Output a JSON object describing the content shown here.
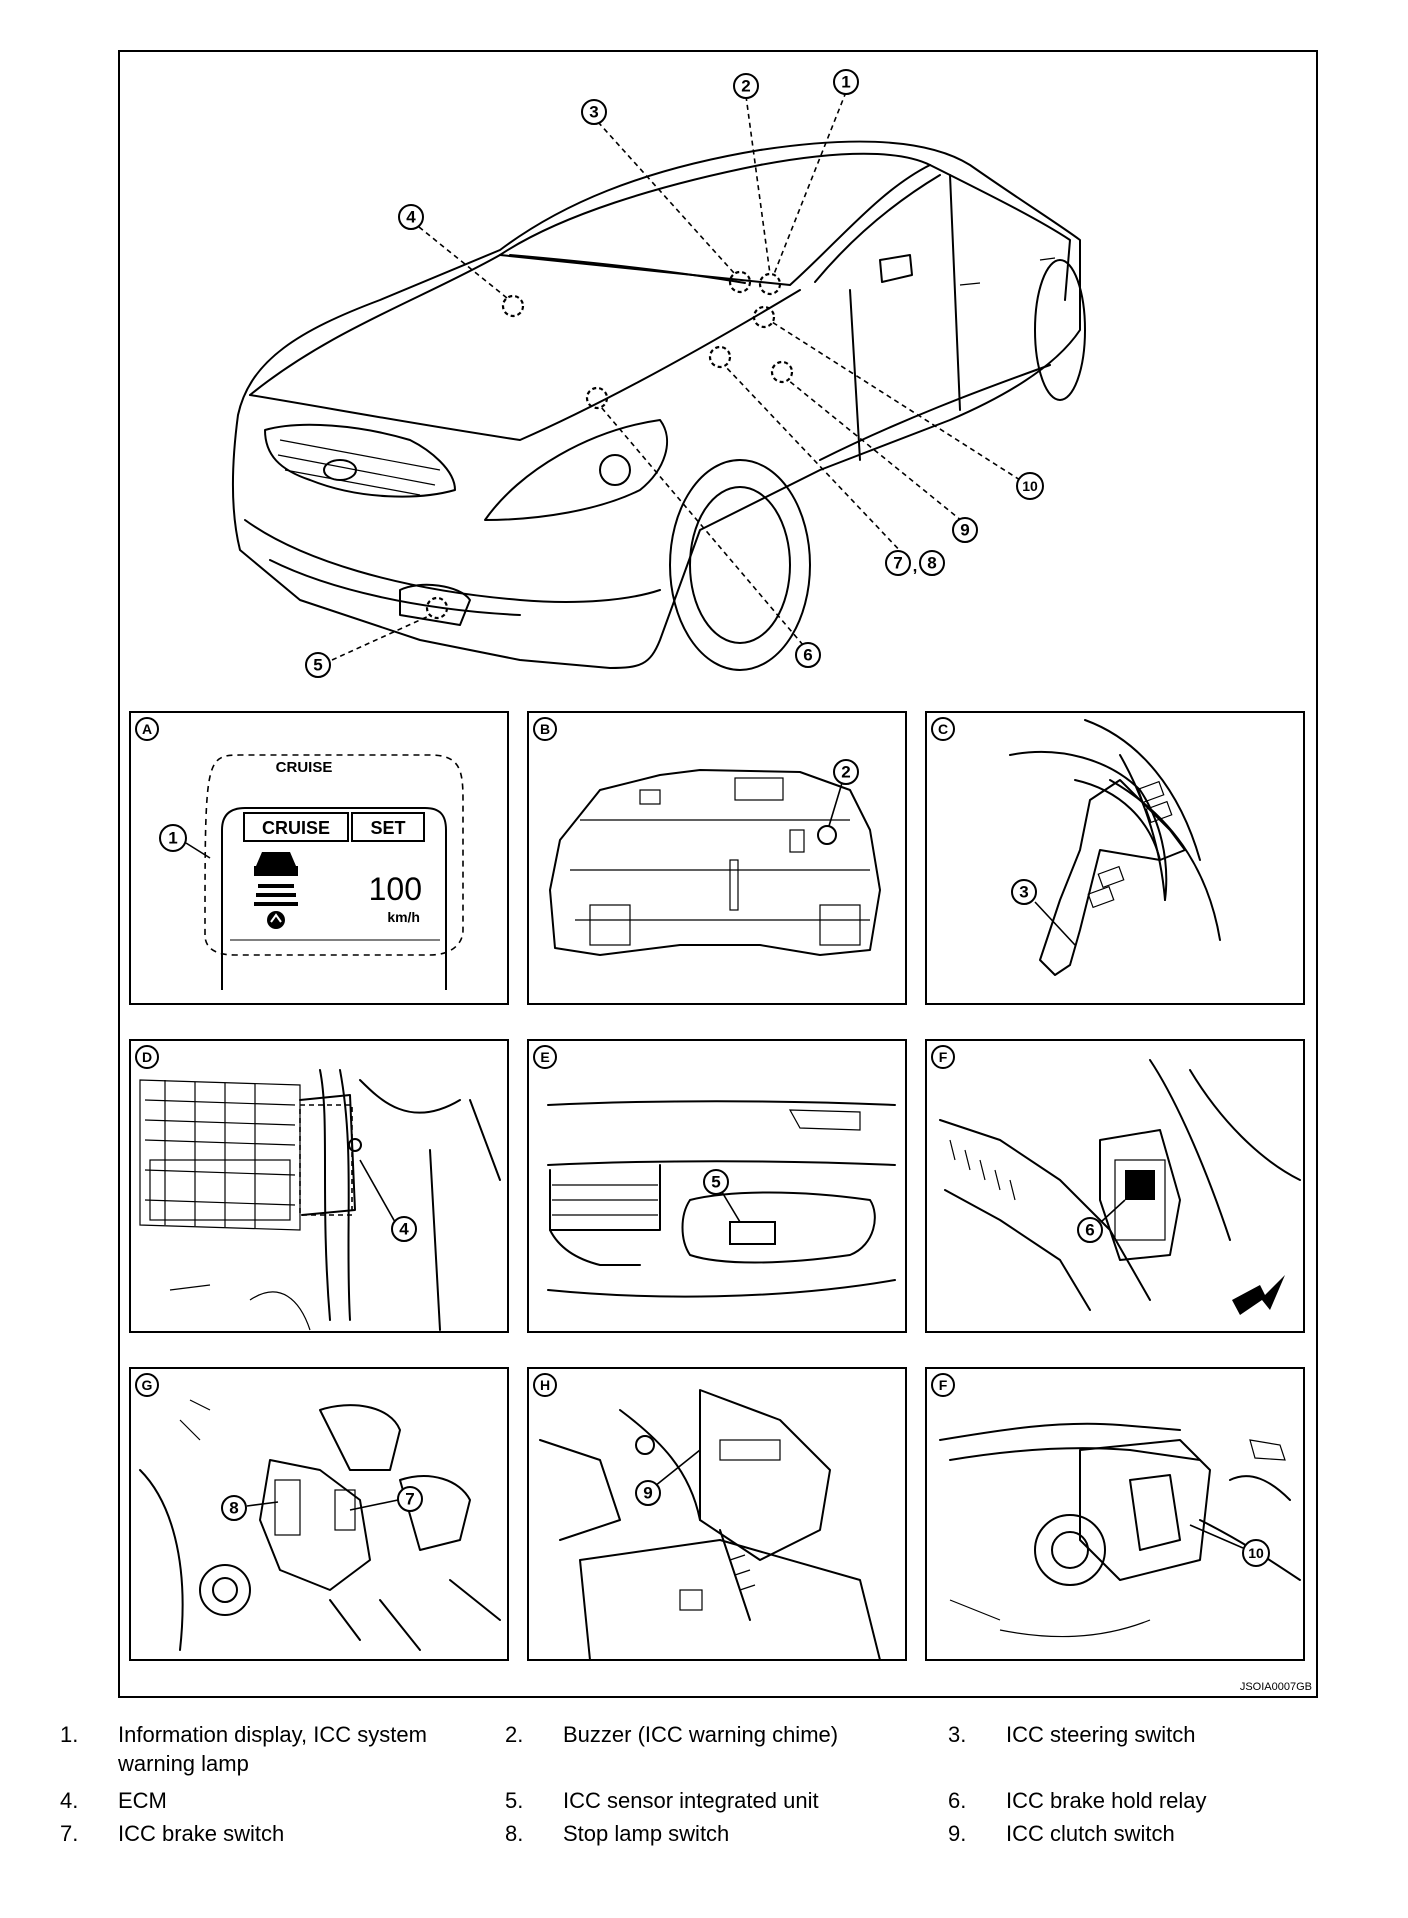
{
  "figure_code": "JSOIA0007GB",
  "callout_numbers": [
    "1",
    "2",
    "3",
    "4",
    "5",
    "6",
    "7",
    "8",
    "9",
    "10"
  ],
  "combined_callout_separator": ",",
  "panels": [
    {
      "letter": "A"
    },
    {
      "letter": "B"
    },
    {
      "letter": "C"
    },
    {
      "letter": "D"
    },
    {
      "letter": "E"
    },
    {
      "letter": "F"
    },
    {
      "letter": "G"
    },
    {
      "letter": "H"
    },
    {
      "letter": "F"
    }
  ],
  "display_panel": {
    "header": "CRUISE",
    "cruise_box": "CRUISE",
    "set_box": "SET",
    "speed": "100",
    "unit": "km/h"
  },
  "legend": [
    {
      "num": "1.",
      "text": "Information display, ICC system warning lamp"
    },
    {
      "num": "2.",
      "text": "Buzzer (ICC warning chime)"
    },
    {
      "num": "3.",
      "text": "ICC steering switch"
    },
    {
      "num": "4.",
      "text": "ECM"
    },
    {
      "num": "5.",
      "text": "ICC sensor integrated unit"
    },
    {
      "num": "6.",
      "text": "ICC brake hold relay"
    },
    {
      "num": "7.",
      "text": "ICC brake switch"
    },
    {
      "num": "8.",
      "text": "Stop lamp switch"
    },
    {
      "num": "9.",
      "text": "ICC clutch switch"
    }
  ]
}
